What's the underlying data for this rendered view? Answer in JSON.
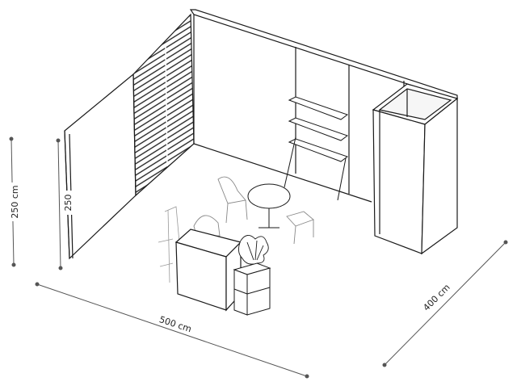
{
  "dimensions": {
    "height_outer": "250 cm",
    "height_inner": "250",
    "width": "500 cm",
    "depth": "400 cm"
  },
  "colors": {
    "line": "#1a1a1a",
    "light_line": "#777777",
    "dim_line": "#555555",
    "background": "#ffffff"
  }
}
